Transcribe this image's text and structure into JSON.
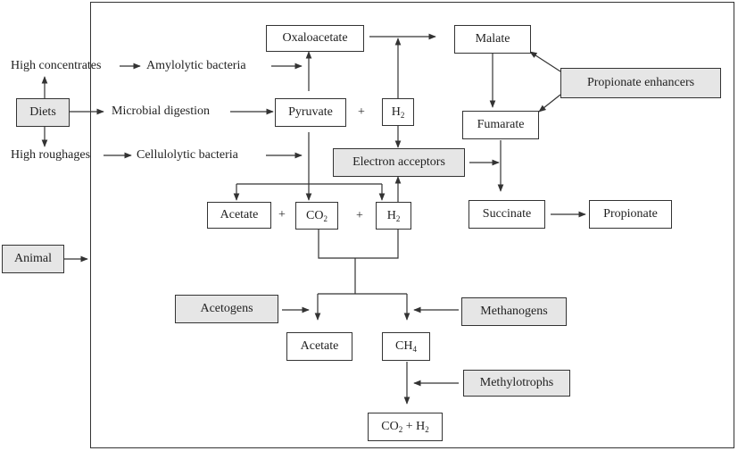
{
  "diagram": {
    "diets": "Diets",
    "animal": "Animal",
    "high_concentrates": "High concentrates",
    "amylolytic_bacteria": "Amylolytic bacteria",
    "microbial_digestion": "Microbial digestion",
    "high_roughages": "High roughages",
    "cellulolytic_bacteria": "Cellulolytic bacteria",
    "oxaloacetate": "Oxaloacetate",
    "malate": "Malate",
    "propionate_enhancers": "Propionate enhancers",
    "pyruvate": "Pyruvate",
    "plus": "+",
    "h2_main": "H",
    "h2_sub": "2",
    "fumarate": "Fumarate",
    "electron_acceptors": "Electron acceptors",
    "acetate": "Acetate",
    "co2_main": "CO",
    "co2_sub": "2",
    "succinate": "Succinate",
    "propionate": "Propionate",
    "acetogens": "Acetogens",
    "methanogens": "Methanogens",
    "ch4_main": "CH",
    "ch4_sub": "4",
    "methylotrophs": "Methylotrophs",
    "final_co2_main": "CO",
    "final_co2_sub": "2",
    "final_plus_h": " + H",
    "final_h2_sub": "2"
  }
}
